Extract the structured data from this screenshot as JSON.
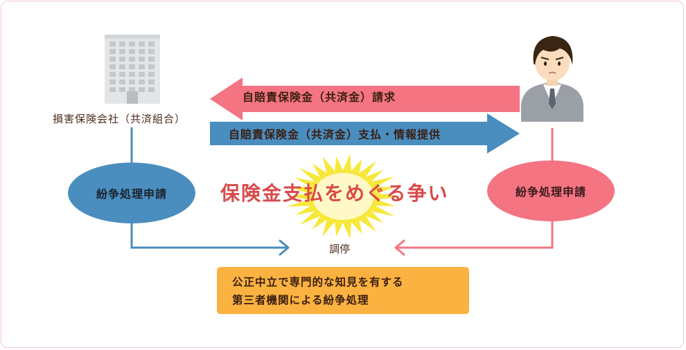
{
  "diagram": {
    "company_label": "損害保険会社（共済組合）",
    "arrow_request_label": "自賠責保険金（共済金）請求",
    "arrow_payment_label": "自賠責保険金（共済金）支払・情報提供",
    "left_circle_label": "紛争処理申請",
    "right_circle_label": "紛争処理申請",
    "dispute_label": "保険金支払をめぐる争い",
    "mediation_label": "調停",
    "orange_box_line1": "公正中立で専門的な知見を有する",
    "orange_box_line2": "第三者機関による紛争処理"
  },
  "colors": {
    "blue": "#4a8dbf",
    "pink": "#f47482",
    "orange": "#fbb240",
    "dispute_red": "#d94a4a",
    "burst_yellow": "#f7e83a"
  },
  "icons": {
    "company": "office-building-icon",
    "person": "person-icon",
    "burst": "starburst-icon"
  }
}
